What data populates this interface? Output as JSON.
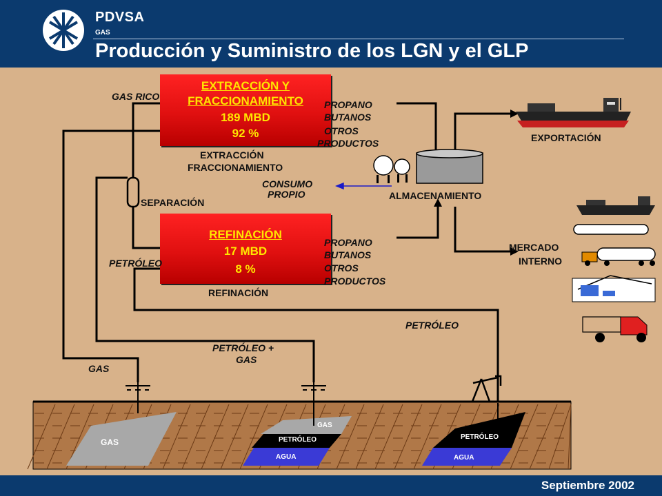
{
  "header": {
    "brand": "PDVSA",
    "brand_sub": "GAS",
    "title": "Producción y Suministro de los LGN y el GLP"
  },
  "footer": {
    "date": "Septiembre 2002"
  },
  "boxes": {
    "extraction": {
      "title_line1": "EXTRACCIÓN Y",
      "title_line2": "FRACCIONAMIENTO",
      "volume": "189 MBD",
      "percent": "92 %"
    },
    "refining": {
      "title": "REFINACIÓN",
      "volume": "17 MBD",
      "percent": "8 %"
    }
  },
  "labels": {
    "gas_rico": "GAS RICO",
    "extraccion_caption_1": "EXTRACCIÓN",
    "extraccion_caption_2": "FRACCIONAMIENTO",
    "separacion": "SEPARACIÓN",
    "consumo_1": "CONSUMO",
    "consumo_2": "PROPIO",
    "almacenamiento": "ALMACENAMIENTO",
    "exportacion": "EXPORTACIÓN",
    "mercado_1": "MERCADO",
    "mercado_2": "INTERNO",
    "petroleo_left": "PETRÓLEO",
    "refinacion_caption": "REFINACIÓN",
    "petroleo_right": "PETRÓLEO",
    "petroleo_gas_1": "PETRÓLEO +",
    "petroleo_gas_2": "GAS",
    "gas": "GAS",
    "products_top": [
      "PROPANO",
      "BUTANOS",
      "OTROS",
      "PRODUCTOS"
    ],
    "products_bottom": [
      "PROPANO",
      "BUTANOS",
      "OTROS",
      "PRODUCTOS"
    ]
  },
  "reservoir": {
    "gas_left": "GAS",
    "mid_gas": "GAS",
    "mid_petroleo": "PETRÓLEO",
    "mid_agua": "AGUA",
    "right_petroleo": "PETRÓLEO",
    "right_agua": "AGUA"
  },
  "colors": {
    "header_blue": "#0B3A6E",
    "background": "#D8B28A",
    "box_red": "#E01010",
    "box_text": "#FFE600",
    "water_blue": "#3A3AD6"
  }
}
